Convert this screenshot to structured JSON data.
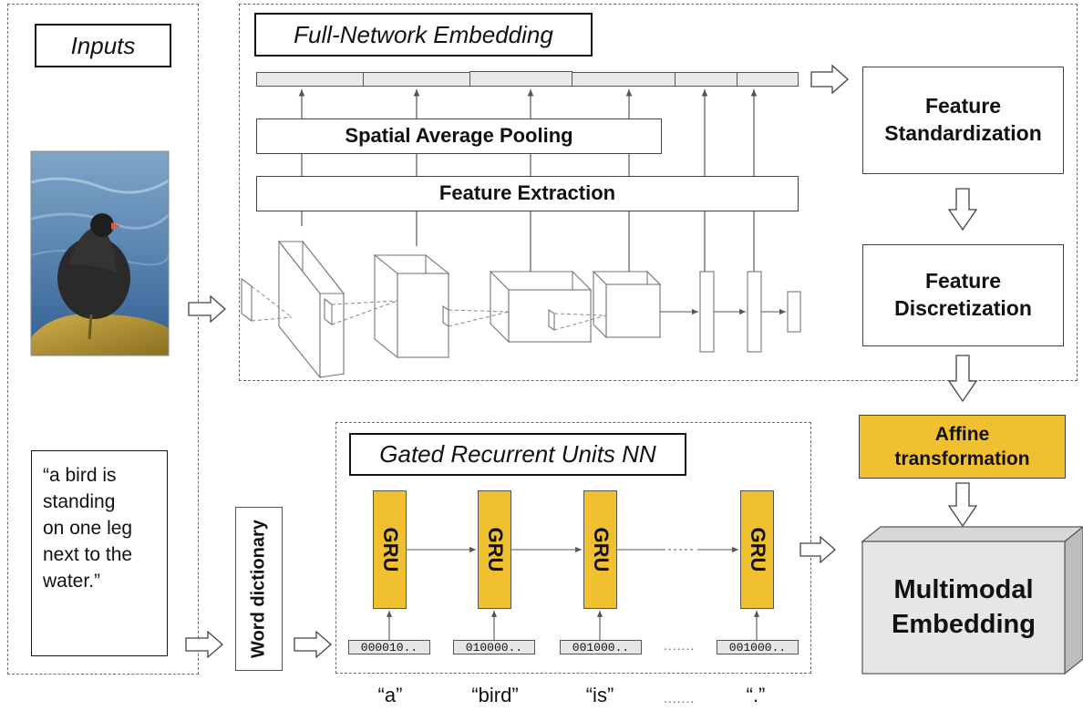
{
  "inputs": {
    "title": "Inputs",
    "caption_lines": [
      "“a bird is",
      "standing",
      "on one leg",
      "next to the",
      "water.”"
    ]
  },
  "fne": {
    "title": "Full-Network Embedding",
    "pooling_label": "Spatial Average Pooling",
    "extraction_label": "Feature Extraction"
  },
  "pipeline": {
    "standardization": "Feature Standardization",
    "discretization": "Feature Discretization",
    "affine": "Affine transformation",
    "multimodal": "Multimodal Embedding"
  },
  "text_branch": {
    "dictionary_label": "Word dictionary",
    "gru_title": "Gated Recurrent Units NN",
    "gru_label": "GRU",
    "ellipsis": ".......",
    "codes": [
      "000010..",
      "010000..",
      "001000..",
      "001000.."
    ],
    "words": [
      "“a”",
      "“bird”",
      "“is”",
      "“.”"
    ]
  },
  "colors": {
    "gru_fill": "#f0c030",
    "affine_fill": "#f0c030",
    "multimodal_fill": "#e6e6e6",
    "feature_cell_fill": "#e9e9e9"
  }
}
